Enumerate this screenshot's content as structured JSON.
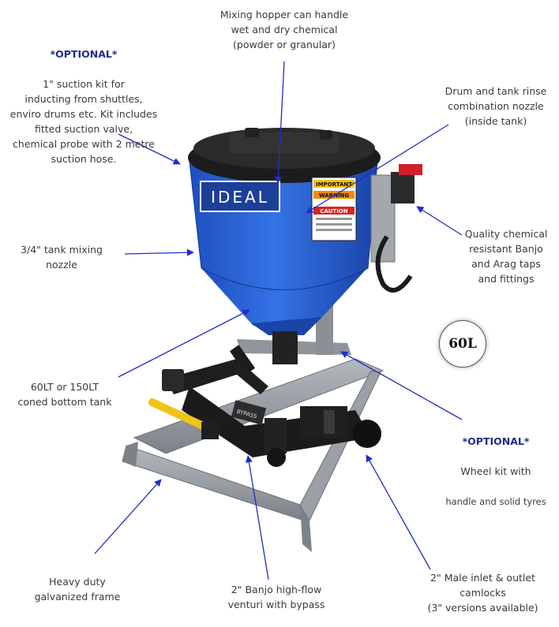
{
  "callouts": {
    "suction": {
      "optional": "*OPTIONAL*",
      "text": "1\" suction kit for\ninducting from shuttles,\nenviro drums etc. Kit includes\nfitted suction valve,\nchemical probe with 2 metre\nsuction hose."
    },
    "hopper": {
      "text": "Mixing hopper can handle\nwet and dry chemical\n(powder or granular)"
    },
    "rinse": {
      "text": "Drum and tank rinse\ncombination nozzle\n(inside tank)"
    },
    "taps": {
      "text": "Quality chemical\nresistant Banjo\nand Arag taps\nand fittings"
    },
    "mixing_nozzle": {
      "text": "3/4\" tank mixing\nnozzle"
    },
    "tank": {
      "text": "60LT or 150LT\nconed bottom tank"
    },
    "wheel": {
      "optional": "*OPTIONAL*",
      "text": "Wheel kit with",
      "text2": "handle and solid tyres"
    },
    "frame": {
      "text": "Heavy duty\ngalvanized frame"
    },
    "venturi": {
      "text": "2\" Banjo high-flow\nventuri with bypass"
    },
    "camlocks": {
      "text": "2\" Male inlet & outlet\ncamlocks\n(3\" versions available)"
    }
  },
  "badge": {
    "text": "60L"
  },
  "product": {
    "brand": "IDEAL",
    "label_important": "IMPORTANT",
    "label_warning": "WARNING",
    "label_caution": "CAUTION",
    "bypass": "BYPASS"
  },
  "colors": {
    "tank_blue": "#2a63d6",
    "arrow_blue": "#1f2ec8",
    "frame_grey": "#8e949a"
  }
}
